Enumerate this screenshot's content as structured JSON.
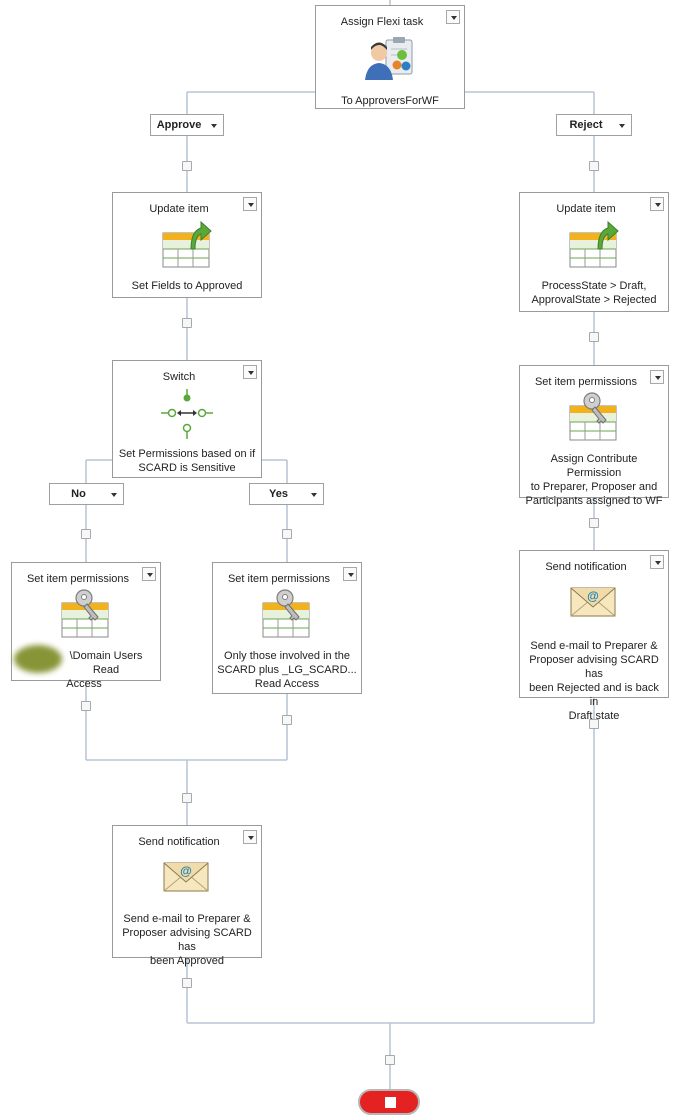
{
  "activities": {
    "assign": {
      "title": "Assign Flexi task",
      "desc": [
        "To ApproversForWF"
      ],
      "icon": "assign-task-icon"
    },
    "update_approved": {
      "title": "Update item",
      "desc": [
        "Set Fields to Approved"
      ],
      "icon": "update-item-icon"
    },
    "update_rejected": {
      "title": "Update item",
      "desc": [
        "ProcessState > Draft,",
        "ApprovalState > Rejected"
      ],
      "icon": "update-item-icon"
    },
    "switch": {
      "title": "Switch",
      "desc": [
        "Set Permissions based on if",
        "SCARD is Sensitive"
      ],
      "icon": "switch-icon"
    },
    "perm_contribute": {
      "title": "Set item permissions",
      "desc": [
        "Assign Contribute Permission",
        "to Preparer, Proposer and",
        "Participants assigned to WF"
      ],
      "icon": "permissions-key-icon"
    },
    "perm_domain": {
      "title": "Set item permissions",
      "desc": [
        "\\Domain Users Read",
        "Access"
      ],
      "icon": "permissions-key-icon"
    },
    "perm_involved": {
      "title": "Set item permissions",
      "desc": [
        "Only those involved in the",
        "SCARD plus _LG_SCARD...",
        "Read Access"
      ],
      "icon": "permissions-key-icon"
    },
    "notify_rejected": {
      "title": "Send notification",
      "desc": [
        "Send e-mail to Preparer &",
        "Proposer advising SCARD has",
        "been Rejected and is back in",
        "Draft state"
      ],
      "icon": "email-envelope-icon"
    },
    "notify_approved": {
      "title": "Send notification",
      "desc": [
        "Send e-mail to Preparer &",
        "Proposer advising SCARD has",
        "been Approved"
      ],
      "icon": "email-envelope-icon"
    }
  },
  "branches": {
    "approve": "Approve",
    "reject": "Reject",
    "no": "No",
    "yes": "Yes"
  },
  "colors": {
    "connector": "#b7c6d6",
    "stop": "#e42222",
    "switch_green": "#5aa83c"
  }
}
